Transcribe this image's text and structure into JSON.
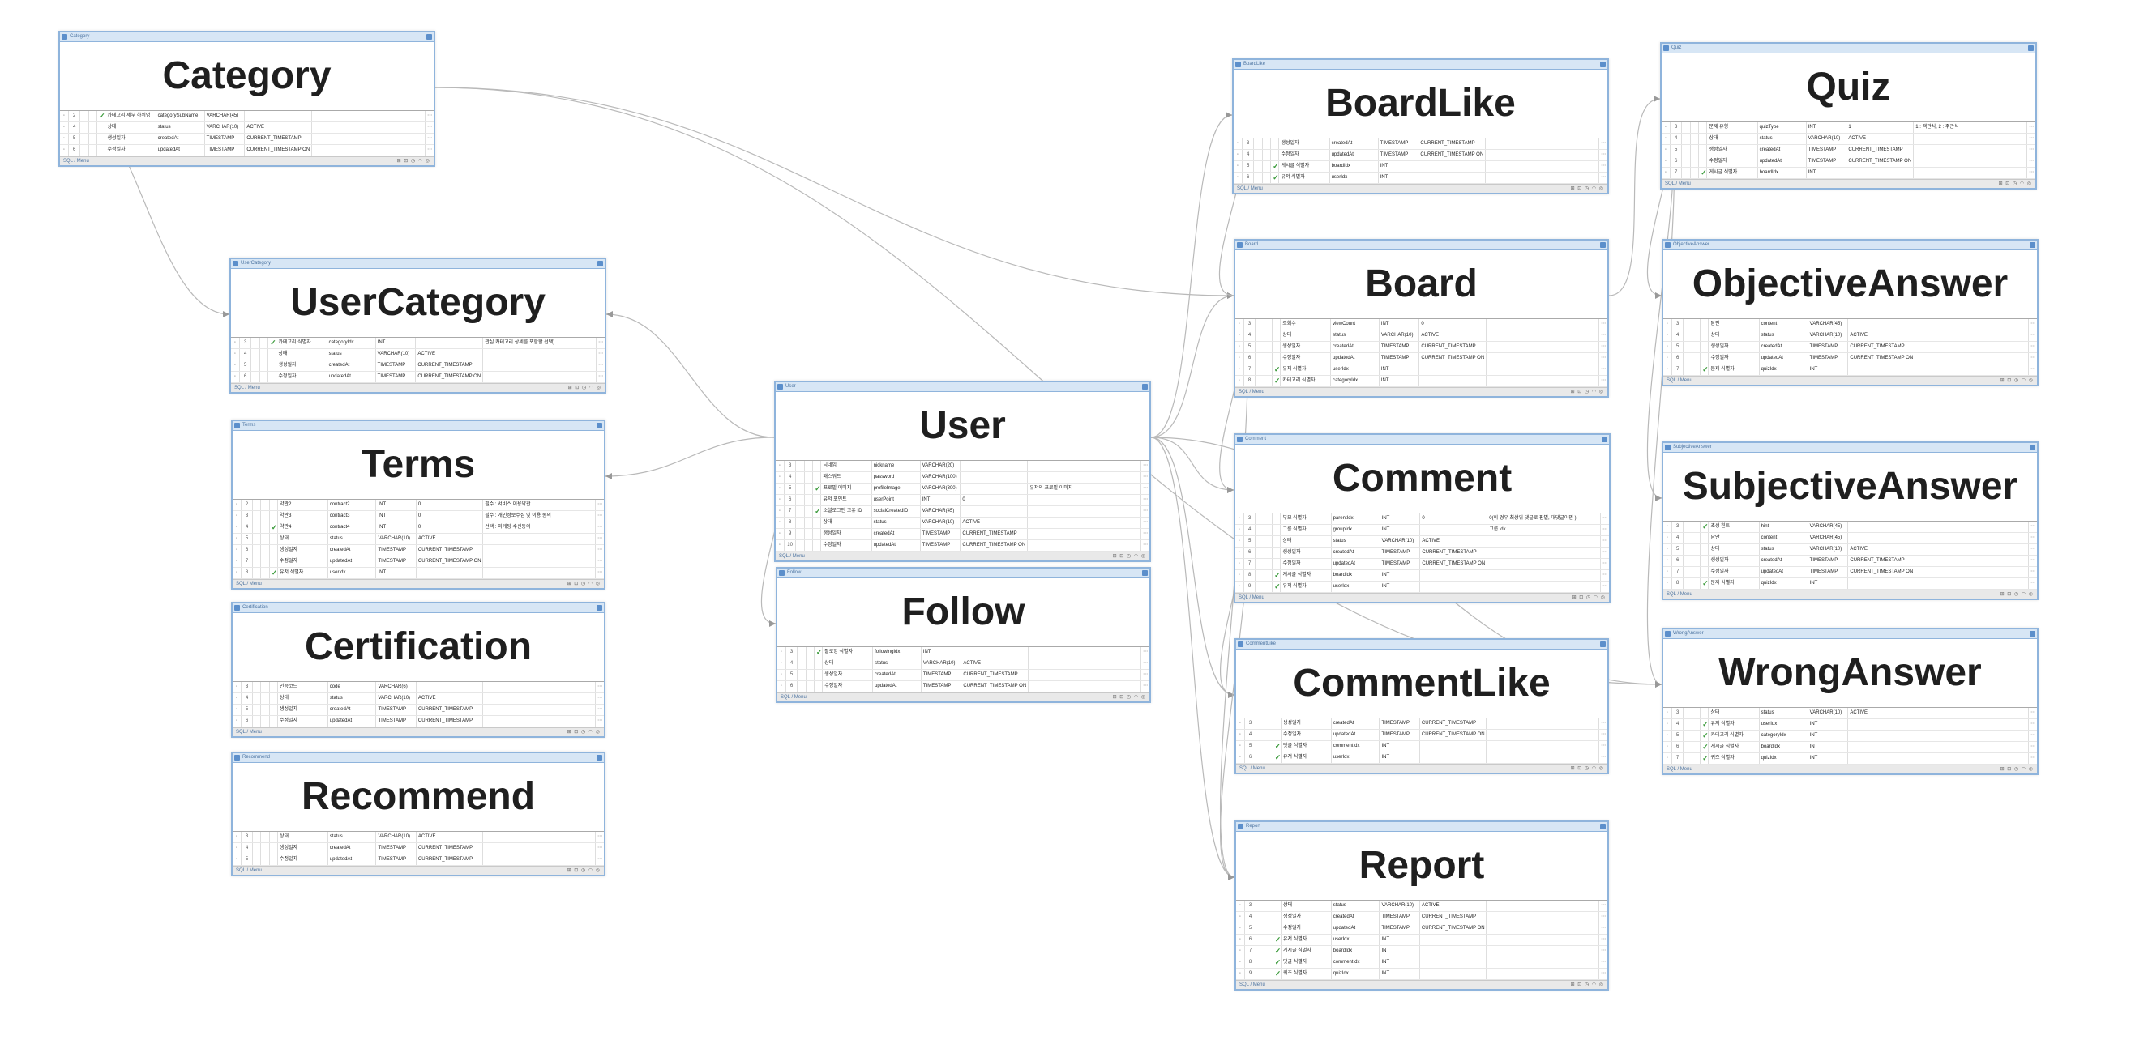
{
  "footer": {
    "sql_label": "SQL / Menu",
    "controls": "⊞ ⊡ ◷ ◠ ◎"
  },
  "tables": [
    {
      "id": "category",
      "label": "Category",
      "title": "Category",
      "rows": [
        {
          "no": "2",
          "ck": true,
          "comment": "카테고리 세부 하위명",
          "name": "categorySubName",
          "type": "VARCHAR(45)",
          "def": "",
          "note": ""
        },
        {
          "no": "4",
          "ck": false,
          "comment": "상태",
          "name": "status",
          "type": "VARCHAR(10)",
          "def": "ACTIVE",
          "note": ""
        },
        {
          "no": "5",
          "ck": false,
          "comment": "생성일자",
          "name": "createdAt",
          "type": "TIMESTAMP",
          "def": "CURRENT_TIMESTAMP",
          "note": ""
        },
        {
          "no": "6",
          "ck": false,
          "comment": "수정일자",
          "name": "updatedAt",
          "type": "TIMESTAMP",
          "def": "CURRENT_TIMESTAMP ON",
          "note": ""
        }
      ]
    },
    {
      "id": "usercategory",
      "label": "UserCategory",
      "title": "UserCategory",
      "rows": [
        {
          "no": "3",
          "ck": true,
          "comment": "카테고리 식별자",
          "name": "categoryIdx",
          "type": "INT",
          "def": "",
          "note": "관심 카테고리 상세를 포함할 선택)"
        },
        {
          "no": "4",
          "ck": false,
          "comment": "상태",
          "name": "status",
          "type": "VARCHAR(10)",
          "def": "ACTIVE",
          "note": ""
        },
        {
          "no": "5",
          "ck": false,
          "comment": "생성일자",
          "name": "createdAt",
          "type": "TIMESTAMP",
          "def": "CURRENT_TIMESTAMP",
          "note": ""
        },
        {
          "no": "6",
          "ck": false,
          "comment": "수정일자",
          "name": "updatedAt",
          "type": "TIMESTAMP",
          "def": "CURRENT_TIMESTAMP ON",
          "note": ""
        }
      ]
    },
    {
      "id": "terms",
      "label": "Terms",
      "title": "Terms",
      "rows": [
        {
          "no": "2",
          "ck": false,
          "comment": "약관2",
          "name": "contract2",
          "type": "INT",
          "def": "0",
          "note": "필수 : 서비스 이용약관"
        },
        {
          "no": "3",
          "ck": false,
          "comment": "약관3",
          "name": "contract3",
          "type": "INT",
          "def": "0",
          "note": "필수 : 개인정보수집 및 이용 동의"
        },
        {
          "no": "4",
          "ck": true,
          "comment": "약관4",
          "name": "contract4",
          "type": "INT",
          "def": "0",
          "note": "선택 : 마케팅 수신동의"
        },
        {
          "no": "5",
          "ck": false,
          "comment": "상태",
          "name": "status",
          "type": "VARCHAR(10)",
          "def": "ACTIVE",
          "note": ""
        },
        {
          "no": "6",
          "ck": false,
          "comment": "생성일자",
          "name": "createdAt",
          "type": "TIMESTAMP",
          "def": "CURRENT_TIMESTAMP",
          "note": ""
        },
        {
          "no": "7",
          "ck": false,
          "comment": "수정일자",
          "name": "updatedAt",
          "type": "TIMESTAMP",
          "def": "CURRENT_TIMESTAMP ON",
          "note": ""
        },
        {
          "no": "8",
          "ck": true,
          "comment": "유저 식별자",
          "name": "userIdx",
          "type": "INT",
          "def": "",
          "note": ""
        }
      ]
    },
    {
      "id": "certification",
      "label": "Certification",
      "title": "Certification",
      "rows": [
        {
          "no": "3",
          "ck": false,
          "comment": "인증코드",
          "name": "code",
          "type": "VARCHAR(6)",
          "def": "",
          "note": ""
        },
        {
          "no": "4",
          "ck": false,
          "comment": "상태",
          "name": "status",
          "type": "VARCHAR(10)",
          "def": "ACTIVE",
          "note": ""
        },
        {
          "no": "5",
          "ck": false,
          "comment": "생성일자",
          "name": "createdAt",
          "type": "TIMESTAMP",
          "def": "CURRENT_TIMESTAMP",
          "note": ""
        },
        {
          "no": "6",
          "ck": false,
          "comment": "수정일자",
          "name": "updatedAt",
          "type": "TIMESTAMP",
          "def": "CURRENT_TIMESTAMP",
          "note": ""
        }
      ]
    },
    {
      "id": "recommend",
      "label": "Recommend",
      "title": "Recommend",
      "rows": [
        {
          "no": "3",
          "ck": false,
          "comment": "상태",
          "name": "status",
          "type": "VARCHAR(10)",
          "def": "ACTIVE",
          "note": ""
        },
        {
          "no": "4",
          "ck": false,
          "comment": "생성일자",
          "name": "createdAt",
          "type": "TIMESTAMP",
          "def": "CURRENT_TIMESTAMP",
          "note": ""
        },
        {
          "no": "5",
          "ck": false,
          "comment": "수정일자",
          "name": "updatedAt",
          "type": "TIMESTAMP",
          "def": "CURRENT_TIMESTAMP",
          "note": ""
        }
      ]
    },
    {
      "id": "user",
      "label": "User",
      "title": "User",
      "rows": [
        {
          "no": "3",
          "ck": false,
          "comment": "닉네임",
          "name": "nickname",
          "type": "VARCHAR(20)",
          "def": "",
          "note": ""
        },
        {
          "no": "4",
          "ck": false,
          "comment": "패스워드",
          "name": "password",
          "type": "VARCHAR(100)",
          "def": "",
          "note": ""
        },
        {
          "no": "5",
          "ck": true,
          "comment": "프로필 이미지",
          "name": "profileImage",
          "type": "VARCHAR(300)",
          "def": "",
          "note": "유저의 프로필 이미지"
        },
        {
          "no": "6",
          "ck": false,
          "comment": "유저 포인트",
          "name": "userPoint",
          "type": "INT",
          "def": "0",
          "note": ""
        },
        {
          "no": "7",
          "ck": true,
          "comment": "소셜로그인 고유 ID",
          "name": "socialCreatedID",
          "type": "VARCHAR(45)",
          "def": "",
          "note": ""
        },
        {
          "no": "8",
          "ck": false,
          "comment": "상태",
          "name": "status",
          "type": "VARCHAR(10)",
          "def": "ACTIVE",
          "note": ""
        },
        {
          "no": "9",
          "ck": false,
          "comment": "생성일자",
          "name": "createdAt",
          "type": "TIMESTAMP",
          "def": "CURRENT_TIMESTAMP",
          "note": ""
        },
        {
          "no": "10",
          "ck": false,
          "comment": "수정일자",
          "name": "updatedAt",
          "type": "TIMESTAMP",
          "def": "CURRENT_TIMESTAMP ON",
          "note": ""
        }
      ]
    },
    {
      "id": "follow",
      "label": "Follow",
      "title": "Follow",
      "rows": [
        {
          "no": "3",
          "ck": true,
          "comment": "팔로잉 식별자",
          "name": "followingIdx",
          "type": "INT",
          "def": "",
          "note": ""
        },
        {
          "no": "4",
          "ck": false,
          "comment": "상태",
          "name": "status",
          "type": "VARCHAR(10)",
          "def": "ACTIVE",
          "note": ""
        },
        {
          "no": "5",
          "ck": false,
          "comment": "생성일자",
          "name": "createdAt",
          "type": "TIMESTAMP",
          "def": "CURRENT_TIMESTAMP",
          "note": ""
        },
        {
          "no": "6",
          "ck": false,
          "comment": "수정일자",
          "name": "updatedAt",
          "type": "TIMESTAMP",
          "def": "CURRENT_TIMESTAMP ON",
          "note": ""
        }
      ]
    },
    {
      "id": "boardlike",
      "label": "BoardLike",
      "title": "BoardLike",
      "rows": [
        {
          "no": "3",
          "ck": false,
          "comment": "생성일자",
          "name": "createdAt",
          "type": "TIMESTAMP",
          "def": "CURRENT_TIMESTAMP",
          "note": ""
        },
        {
          "no": "4",
          "ck": false,
          "comment": "수정일자",
          "name": "updatedAt",
          "type": "TIMESTAMP",
          "def": "CURRENT_TIMESTAMP ON",
          "note": ""
        },
        {
          "no": "5",
          "ck": true,
          "comment": "게시글 식별자",
          "name": "boardIdx",
          "type": "INT",
          "def": "",
          "note": ""
        },
        {
          "no": "6",
          "ck": true,
          "comment": "유저 식별자",
          "name": "userIdx",
          "type": "INT",
          "def": "",
          "note": ""
        }
      ]
    },
    {
      "id": "board",
      "label": "Board",
      "title": "Board",
      "rows": [
        {
          "no": "3",
          "ck": false,
          "comment": "조회수",
          "name": "viewCount",
          "type": "INT",
          "def": "0",
          "note": ""
        },
        {
          "no": "4",
          "ck": false,
          "comment": "상태",
          "name": "status",
          "type": "VARCHAR(10)",
          "def": "ACTIVE",
          "note": ""
        },
        {
          "no": "5",
          "ck": false,
          "comment": "생성일자",
          "name": "createdAt",
          "type": "TIMESTAMP",
          "def": "CURRENT_TIMESTAMP",
          "note": ""
        },
        {
          "no": "6",
          "ck": false,
          "comment": "수정일자",
          "name": "updatedAt",
          "type": "TIMESTAMP",
          "def": "CURRENT_TIMESTAMP ON",
          "note": ""
        },
        {
          "no": "7",
          "ck": true,
          "comment": "유저 식별자",
          "name": "userIdx",
          "type": "INT",
          "def": "",
          "note": ""
        },
        {
          "no": "8",
          "ck": true,
          "comment": "카테고리 식별자",
          "name": "categoryIdx",
          "type": "INT",
          "def": "",
          "note": ""
        }
      ]
    },
    {
      "id": "comment",
      "label": "Comment",
      "title": "Comment",
      "rows": [
        {
          "no": "3",
          "ck": false,
          "comment": "부모 식별자",
          "name": "parentIdx",
          "type": "INT",
          "def": "0",
          "note": "0(이 경우 최상위 댓글로 판별, 대댓글이면 )"
        },
        {
          "no": "4",
          "ck": false,
          "comment": "그룹 식별자",
          "name": "groupIdx",
          "type": "INT",
          "def": "",
          "note": "그룹 idx"
        },
        {
          "no": "5",
          "ck": false,
          "comment": "상태",
          "name": "status",
          "type": "VARCHAR(10)",
          "def": "ACTIVE",
          "note": ""
        },
        {
          "no": "6",
          "ck": false,
          "comment": "생성일자",
          "name": "createdAt",
          "type": "TIMESTAMP",
          "def": "CURRENT_TIMESTAMP",
          "note": ""
        },
        {
          "no": "7",
          "ck": false,
          "comment": "수정일자",
          "name": "updatedAt",
          "type": "TIMESTAMP",
          "def": "CURRENT_TIMESTAMP ON",
          "note": ""
        },
        {
          "no": "8",
          "ck": true,
          "comment": "게시글 식별자",
          "name": "boardIdx",
          "type": "INT",
          "def": "",
          "note": ""
        },
        {
          "no": "9",
          "ck": true,
          "comment": "유저 식별자",
          "name": "userIdx",
          "type": "INT",
          "def": "",
          "note": ""
        }
      ]
    },
    {
      "id": "commentlike",
      "label": "CommentLike",
      "title": "CommentLike",
      "rows": [
        {
          "no": "3",
          "ck": false,
          "comment": "생성일자",
          "name": "createdAt",
          "type": "TIMESTAMP",
          "def": "CURRENT_TIMESTAMP",
          "note": ""
        },
        {
          "no": "4",
          "ck": false,
          "comment": "수정일자",
          "name": "updatedAt",
          "type": "TIMESTAMP",
          "def": "CURRENT_TIMESTAMP ON",
          "note": ""
        },
        {
          "no": "5",
          "ck": true,
          "comment": "댓글 식별자",
          "name": "commentIdx",
          "type": "INT",
          "def": "",
          "note": ""
        },
        {
          "no": "6",
          "ck": true,
          "comment": "유저 식별자",
          "name": "userIdx",
          "type": "INT",
          "def": "",
          "note": ""
        }
      ]
    },
    {
      "id": "report",
      "label": "Report",
      "title": "Report",
      "rows": [
        {
          "no": "3",
          "ck": false,
          "comment": "상태",
          "name": "status",
          "type": "VARCHAR(10)",
          "def": "ACTIVE",
          "note": ""
        },
        {
          "no": "4",
          "ck": false,
          "comment": "생성일자",
          "name": "createdAt",
          "type": "TIMESTAMP",
          "def": "CURRENT_TIMESTAMP",
          "note": ""
        },
        {
          "no": "5",
          "ck": false,
          "comment": "수정일자",
          "name": "updatedAt",
          "type": "TIMESTAMP",
          "def": "CURRENT_TIMESTAMP ON",
          "note": ""
        },
        {
          "no": "6",
          "ck": true,
          "comment": "유저 식별자",
          "name": "userIdx",
          "type": "INT",
          "def": "",
          "note": ""
        },
        {
          "no": "7",
          "ck": true,
          "comment": "게시글 식별자",
          "name": "boardIdx",
          "type": "INT",
          "def": "",
          "note": ""
        },
        {
          "no": "8",
          "ck": true,
          "comment": "댓글 식별자",
          "name": "commentIdx",
          "type": "INT",
          "def": "",
          "note": ""
        },
        {
          "no": "9",
          "ck": true,
          "comment": "퀴즈 식별자",
          "name": "quizIdx",
          "type": "INT",
          "def": "",
          "note": ""
        }
      ]
    },
    {
      "id": "quiz",
      "label": "Quiz",
      "title": "Quiz",
      "rows": [
        {
          "no": "3",
          "ck": false,
          "comment": "문제 유형",
          "name": "quizType",
          "type": "INT",
          "def": "1",
          "note": "1 : 객관식, 2 : 주관식"
        },
        {
          "no": "4",
          "ck": false,
          "comment": "상태",
          "name": "status",
          "type": "VARCHAR(10)",
          "def": "ACTIVE",
          "note": ""
        },
        {
          "no": "5",
          "ck": false,
          "comment": "생성일자",
          "name": "createdAt",
          "type": "TIMESTAMP",
          "def": "CURRENT_TIMESTAMP",
          "note": ""
        },
        {
          "no": "6",
          "ck": false,
          "comment": "수정일자",
          "name": "updatedAt",
          "type": "TIMESTAMP",
          "def": "CURRENT_TIMESTAMP ON",
          "note": ""
        },
        {
          "no": "7",
          "ck": true,
          "comment": "게시글 식별자",
          "name": "boardIdx",
          "type": "INT",
          "def": "",
          "note": ""
        }
      ]
    },
    {
      "id": "objectiveanswer",
      "label": "ObjectiveAnswer",
      "title": "ObjectiveAnswer",
      "rows": [
        {
          "no": "3",
          "ck": false,
          "comment": "답안",
          "name": "content",
          "type": "VARCHAR(45)",
          "def": "",
          "note": ""
        },
        {
          "no": "4",
          "ck": false,
          "comment": "상태",
          "name": "status",
          "type": "VARCHAR(10)",
          "def": "ACTIVE",
          "note": ""
        },
        {
          "no": "5",
          "ck": false,
          "comment": "생성일자",
          "name": "createdAt",
          "type": "TIMESTAMP",
          "def": "CURRENT_TIMESTAMP",
          "note": ""
        },
        {
          "no": "6",
          "ck": false,
          "comment": "수정일자",
          "name": "updatedAt",
          "type": "TIMESTAMP",
          "def": "CURRENT_TIMESTAMP ON",
          "note": ""
        },
        {
          "no": "7",
          "ck": true,
          "comment": "문제 식별자",
          "name": "quizIdx",
          "type": "INT",
          "def": "",
          "note": ""
        }
      ]
    },
    {
      "id": "subjectiveanswer",
      "label": "SubjectiveAnswer",
      "title": "SubjectiveAnswer",
      "rows": [
        {
          "no": "3",
          "ck": true,
          "comment": "초성 힌트",
          "name": "hint",
          "type": "VARCHAR(45)",
          "def": "",
          "note": ""
        },
        {
          "no": "4",
          "ck": false,
          "comment": "답안",
          "name": "content",
          "type": "VARCHAR(45)",
          "def": "",
          "note": ""
        },
        {
          "no": "5",
          "ck": false,
          "comment": "상태",
          "name": "status",
          "type": "VARCHAR(10)",
          "def": "ACTIVE",
          "note": ""
        },
        {
          "no": "6",
          "ck": false,
          "comment": "생성일자",
          "name": "createdAt",
          "type": "TIMESTAMP",
          "def": "CURRENT_TIMESTAMP",
          "note": ""
        },
        {
          "no": "7",
          "ck": false,
          "comment": "수정일자",
          "name": "updatedAt",
          "type": "TIMESTAMP",
          "def": "CURRENT_TIMESTAMP ON",
          "note": ""
        },
        {
          "no": "8",
          "ck": true,
          "comment": "문제 식별자",
          "name": "quizIdx",
          "type": "INT",
          "def": "",
          "note": ""
        }
      ]
    },
    {
      "id": "wronganswer",
      "label": "WrongAnswer",
      "title": "WrongAnswer",
      "rows": [
        {
          "no": "3",
          "ck": false,
          "comment": "상태",
          "name": "status",
          "type": "VARCHAR(10)",
          "def": "ACTIVE",
          "note": ""
        },
        {
          "no": "4",
          "ck": true,
          "comment": "유저 식별자",
          "name": "userIdx",
          "type": "INT",
          "def": "",
          "note": ""
        },
        {
          "no": "5",
          "ck": true,
          "comment": "카테고리 식별자",
          "name": "categoryIdx",
          "type": "INT",
          "def": "",
          "note": ""
        },
        {
          "no": "6",
          "ck": true,
          "comment": "게시글 식별자",
          "name": "boardIdx",
          "type": "INT",
          "def": "",
          "note": ""
        },
        {
          "no": "7",
          "ck": true,
          "comment": "퀴즈 식별자",
          "name": "quizIdx",
          "type": "INT",
          "def": "",
          "note": ""
        }
      ]
    }
  ],
  "relations": [
    [
      "category",
      "usercategory"
    ],
    [
      "category",
      "board"
    ],
    [
      "category",
      "wronganswer"
    ],
    [
      "user",
      "usercategory"
    ],
    [
      "user",
      "terms"
    ],
    [
      "user",
      "follow"
    ],
    [
      "user",
      "boardlike"
    ],
    [
      "user",
      "board"
    ],
    [
      "user",
      "comment"
    ],
    [
      "user",
      "commentlike"
    ],
    [
      "user",
      "report"
    ],
    [
      "user",
      "wronganswer"
    ],
    [
      "board",
      "boardlike"
    ],
    [
      "board",
      "comment"
    ],
    [
      "board",
      "report"
    ],
    [
      "board",
      "quiz"
    ],
    [
      "comment",
      "commentlike"
    ],
    [
      "comment",
      "report"
    ],
    [
      "quiz",
      "objectiveanswer"
    ],
    [
      "quiz",
      "subjectiveanswer"
    ],
    [
      "quiz",
      "wronganswer"
    ]
  ]
}
